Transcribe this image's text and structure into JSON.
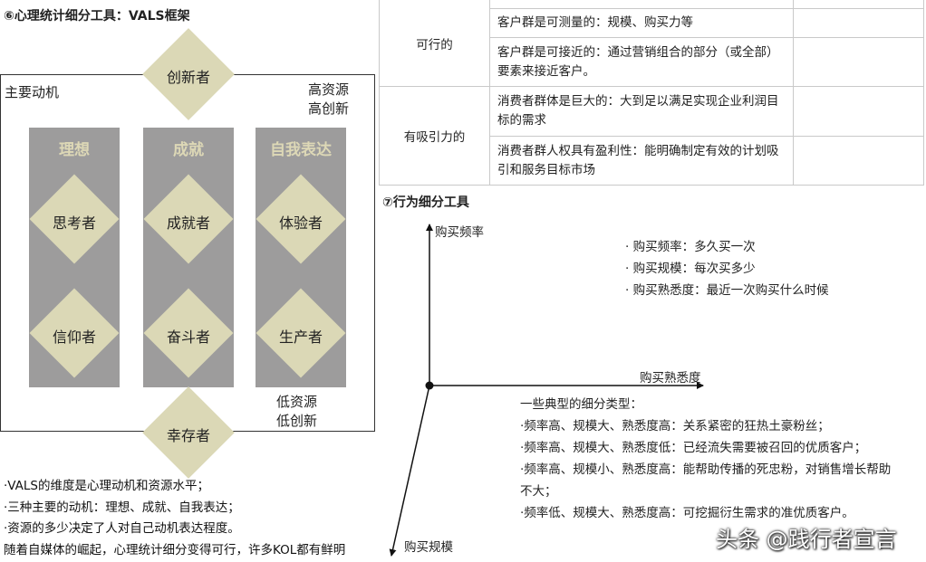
{
  "vals": {
    "title": "⑥心理统计细分工具：VALS框架",
    "top_diamond": "创新者",
    "bottom_diamond": "幸存者",
    "left_label": "主要动机",
    "top_right": [
      "高资源",
      "高创新"
    ],
    "bottom_right": [
      "低资源",
      "低创新"
    ],
    "columns": [
      {
        "header": "理想",
        "items": [
          "思考者",
          "信仰者"
        ]
      },
      {
        "header": "成就",
        "items": [
          "成就者",
          "奋斗者"
        ]
      },
      {
        "header": "自我表达",
        "items": [
          "体验者",
          "生产者"
        ]
      }
    ],
    "notes": [
      "·VALS的维度是心理动机和资源水平；",
      "·三种主要的动机：理想、成就、自我表达；",
      "·资源的多少决定了人对自己动机表达程度。",
      "随着自媒体的崛起，心理统计细分变得可行，许多KOL都有鲜明"
    ]
  },
  "table": {
    "groups": [
      {
        "label": "可行的",
        "rows": [
          "客户群是可测量的：规模、购买力等",
          "客户群是可接近的：通过营销组合的部分（或全部）要素来接近客户。"
        ]
      },
      {
        "label": "有吸引力的",
        "rows": [
          "消费者群体是巨大的：大到足以满足实现企业利润目标的需求",
          "消费者群人权具有盈利性：能明确制定有效的计划吸引和服务目标市场"
        ]
      }
    ]
  },
  "behavior": {
    "title": "⑦行为细分工具",
    "axis_y": "购买频率",
    "axis_x": "购买熟悉度",
    "axis_z": "购买规模",
    "legend": [
      "· 购买频率：多久买一次",
      "· 购买规模：每次买多少",
      "· 购买熟悉度：最近一次购买什么时候"
    ],
    "types_title": "一些典型的细分类型：",
    "types": [
      "·频率高、规模大、熟悉度高：关系紧密的狂热土豪粉丝；",
      "·频率高、规模大、熟悉度低：已经流失需要被召回的优质客户；",
      "·频率高、规模小、熟悉度高：能帮助传播的死忠粉，对销售增长帮助",
      "不大；",
      "·频率低、规模大、熟悉度高：可挖掘衍生需求的准优质客户。"
    ]
  },
  "watermark": "头条 @践行者宣言",
  "colors": {
    "diamond": "#dbd8b6",
    "column": "#9d9c9c",
    "column_header": "#ddd8b6"
  }
}
